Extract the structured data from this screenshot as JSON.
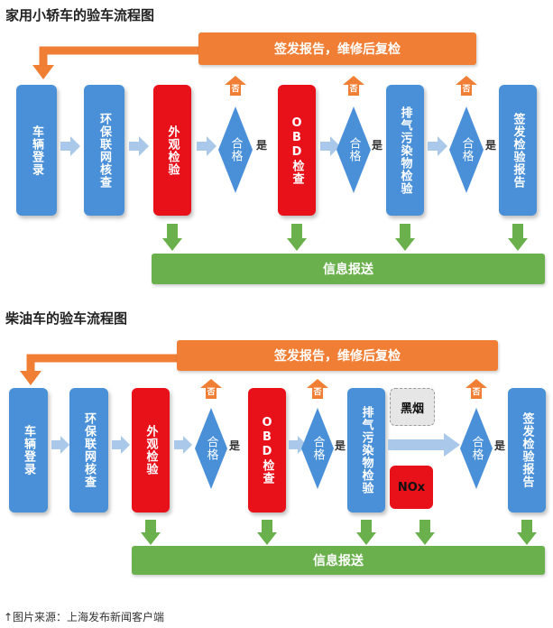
{
  "diagram1": {
    "title": "家用小轿车的验车流程图",
    "top_bar": "签发报告，维修后复检",
    "bottom_bar": "信息报送",
    "boxes": [
      "车辆登录",
      "环保联网核查",
      "外观检验",
      "OBD检查",
      "排气污染物检验",
      "签发检验报告"
    ],
    "diamond_label": "合格",
    "yes_label": "是",
    "no_label": "否"
  },
  "diagram2": {
    "title": "柴油车的验车流程图",
    "top_bar": "签发报告，维修后复检",
    "bottom_bar": "信息报送",
    "boxes": [
      "车辆登录",
      "环保联网核查",
      "外观检验",
      "OBD检查",
      "排气污染物检验",
      "签发检验报告"
    ],
    "diamond_label": "合格",
    "yes_label": "是",
    "no_label": "否",
    "tag_black_smoke": "黑烟",
    "tag_nox": "NOx"
  },
  "source": "↑图片来源：上海发布新闻客户端",
  "colors": {
    "blue": "#4a90d9",
    "red": "#e8111a",
    "orange": "#f07f35",
    "green": "#6ab04c",
    "light_blue_arrow": "#a9c8ea"
  }
}
